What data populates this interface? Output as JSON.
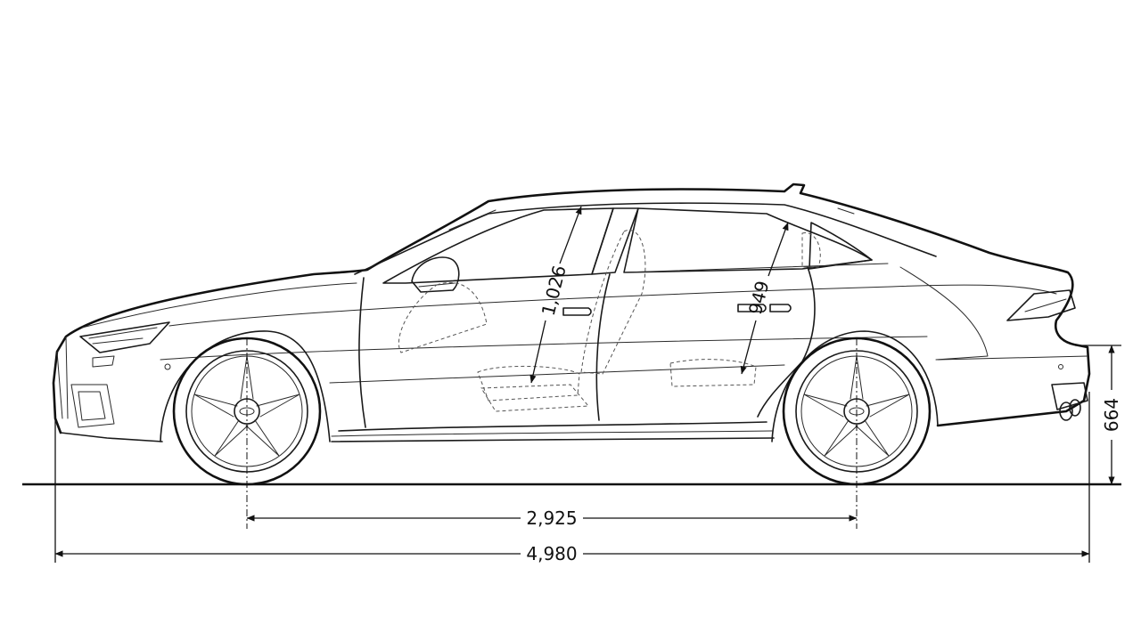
{
  "dimensions": {
    "overall_length": "4,980",
    "wheelbase": "2,925",
    "rear_height": "664",
    "front_headroom": "1,026",
    "rear_headroom": "949"
  },
  "colors": {
    "line": "#111111",
    "background": "#ffffff"
  }
}
